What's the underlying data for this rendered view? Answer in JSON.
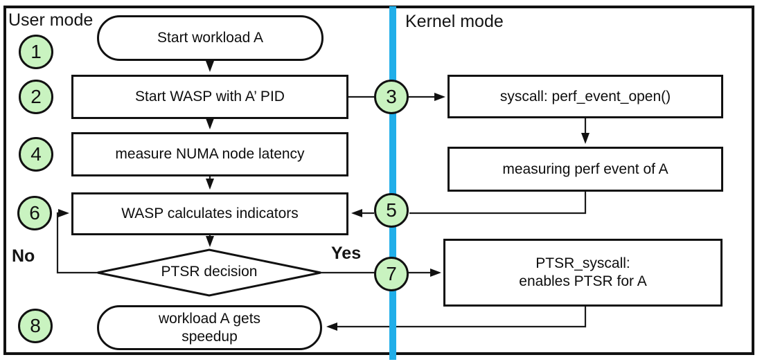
{
  "modes": {
    "user": "User mode",
    "kernel": "Kernel mode"
  },
  "branches": {
    "no": "No",
    "yes": "Yes"
  },
  "steps": [
    "1",
    "2",
    "3",
    "4",
    "5",
    "6",
    "7",
    "8"
  ],
  "nodes": {
    "start_workload": "Start workload A",
    "start_wasp": "Start WASP with A’ PID",
    "measure_numa": "measure NUMA node latency",
    "wasp_indicators": "WASP calculates indicators",
    "ptsr_decision": "PTSR decision",
    "speedup": {
      "line1": "workload A gets",
      "line2": "speedup"
    },
    "syscall_open": "syscall: perf_event_open()",
    "measuring_perf": "measuring perf event of A",
    "ptsr_syscall": {
      "line1": "PTSR_syscall:",
      "line2": "enables PTSR for A"
    }
  },
  "colors": {
    "divider_blue": "#21AEE9",
    "badge_green": "#C9F3C0",
    "line_black": "#111111"
  }
}
